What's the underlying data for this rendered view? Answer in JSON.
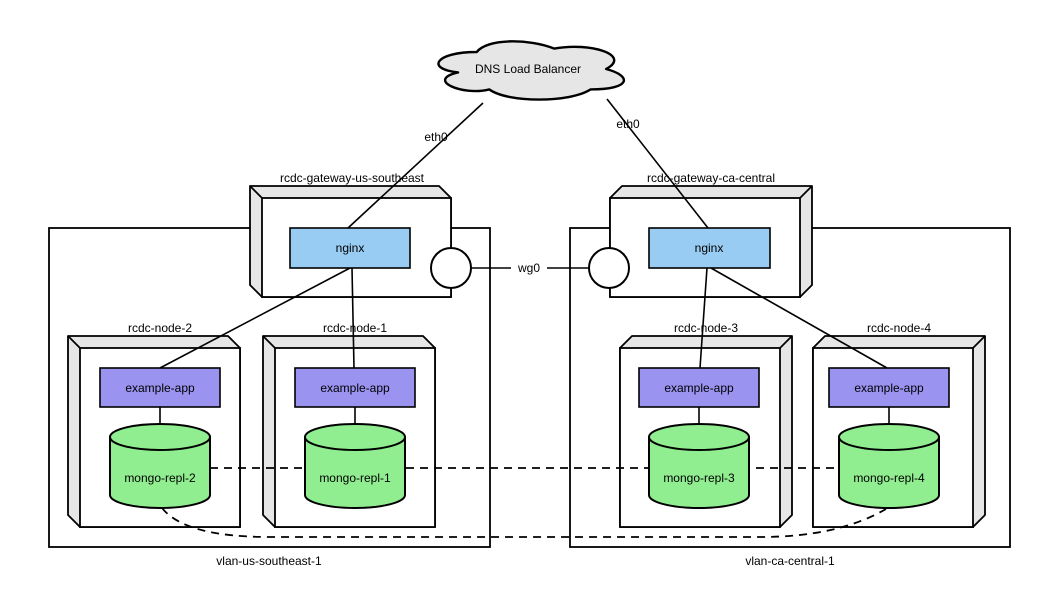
{
  "cloud": {
    "label": "DNS Load Balancer"
  },
  "links": {
    "eth0_left": "eth0",
    "eth0_right": "eth0",
    "wg0": "wg0"
  },
  "gateways": [
    {
      "label": "rcdc-gateway-us-southeast",
      "service": "nginx"
    },
    {
      "label": "rcdc-gateway-ca-central",
      "service": "nginx"
    }
  ],
  "vlans": [
    {
      "label": "vlan-us-southeast-1"
    },
    {
      "label": "vlan-ca-central-1"
    }
  ],
  "nodes": [
    {
      "label": "rcdc-node-2",
      "app": "example-app",
      "db": "mongo-repl-2"
    },
    {
      "label": "rcdc-node-1",
      "app": "example-app",
      "db": "mongo-repl-1"
    },
    {
      "label": "rcdc-node-3",
      "app": "example-app",
      "db": "mongo-repl-3"
    },
    {
      "label": "rcdc-node-4",
      "app": "example-app",
      "db": "mongo-repl-4"
    }
  ],
  "colors": {
    "nginx": "#99ccf3",
    "app": "#9a93f0",
    "db": "#90ee90",
    "cloud_fill": "#e6e6e6",
    "bevel": "#e6e6e6",
    "stroke": "#000000"
  }
}
